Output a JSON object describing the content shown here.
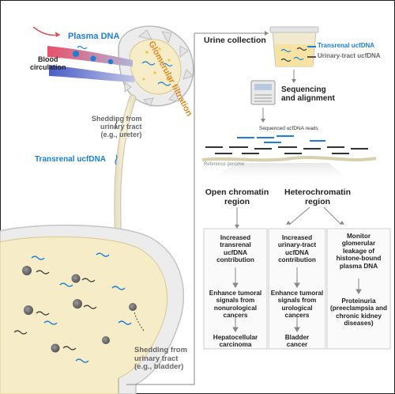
{
  "labels": {
    "plasma_dna": "Plasma DNA",
    "blood_circulation": [
      "Blood",
      "circulation"
    ],
    "glomerular_filtration": "Glomerular filtration",
    "shedding_ureter": [
      "Shedding from",
      "urinary tract",
      "(e.g., ureter)"
    ],
    "transrenal_ucfdna": "Transrenal ucfDNA",
    "shedding_bladder": [
      "Shedding from",
      "urinary tract",
      "(e.g., bladder)"
    ],
    "urine_collection": "Urine collection",
    "legend_transrenal": "Transrenal ucfDNA",
    "legend_urinary": "Urinary-tract ucfDNA",
    "sequencing": [
      "Sequencing",
      "and alignment"
    ],
    "sequenced_reads": "Sequenced ucfDNA reads",
    "reference_genome": "Reference genome",
    "open_chromatin": [
      "Open chromatin",
      "region"
    ],
    "heterochromatin": [
      "Heterochromatin",
      "region"
    ]
  },
  "columns": [
    {
      "top": [
        "Increased",
        "transrenal",
        "ucfDNA",
        "contribution"
      ],
      "middle": [
        "Enhance tumoral",
        "signals from",
        "nonurological",
        "cancers"
      ],
      "bottom": [
        "Hepatocellular",
        "carcinoma"
      ]
    },
    {
      "top": [
        "Increased",
        "urinary-tract",
        "ucfDNA",
        "contribution"
      ],
      "middle": [
        "Enhance tumoral",
        "signals from",
        "urological",
        "cancers"
      ],
      "bottom": [
        "Bladder",
        "cancer"
      ]
    },
    {
      "top": [
        "Monitor",
        "glomerular",
        "leakage of",
        "histone-bound",
        "plasma DNA"
      ],
      "middle": [
        "Proteinuria",
        "(preeclampsia and",
        "chronic kidney",
        "diseases)"
      ],
      "bottom": []
    }
  ],
  "colors": {
    "blue": "#1a7fd6",
    "urine": "#f7ecc8",
    "kidney": "#ececec",
    "artery": "#e0505a",
    "vein": "#5a6fd0"
  }
}
